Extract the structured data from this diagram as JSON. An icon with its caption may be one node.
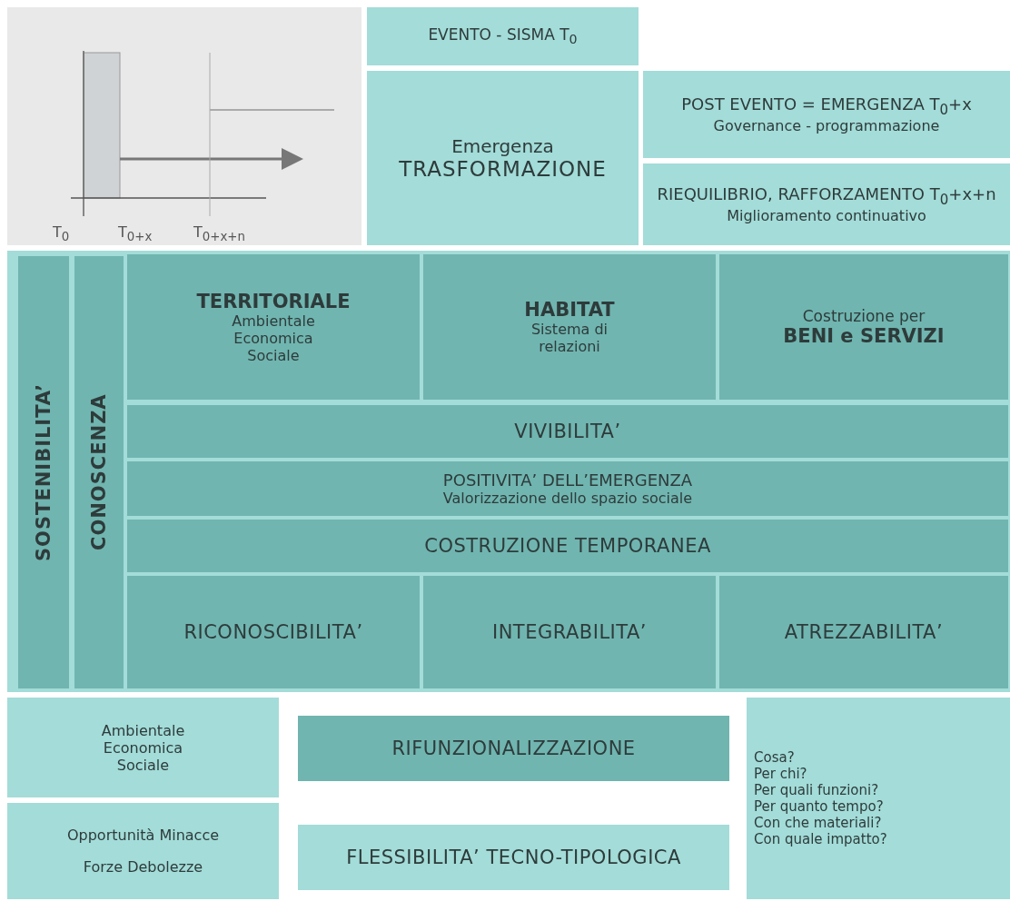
{
  "diagram": {
    "nodes": [
      {
        "text": [
          "T$_{0}$",
          "T$_{0+x}$",
          "T$_{0+x+n}$"
        ]
      },
      {
        "text": [
          "EVENTO - SISMA T$_{0}$"
        ]
      },
      {
        "text": [
          "Emergenza",
          "TRASFORMAZIONE"
        ]
      },
      {
        "text": [
          "POST EVENTO = EMERGENZA T$_{0}$+x",
          "Governance - programmazione"
        ]
      },
      {
        "text": [
          "RIEQUILIBRIO, RAFFORZAMENTO T$_{0}$+x+n",
          "Miglioramento continuativo"
        ]
      },
      {
        "text": [
          "SOSTENIBILITA’"
        ]
      },
      {
        "text": [
          "CONOSCENZA"
        ]
      },
      {
        "text": [
          "TERRITORIALE",
          "Ambientale Economica Sociale"
        ]
      },
      {
        "text": [
          "HABITAT",
          "Sistema di relazioni"
        ]
      },
      {
        "text": [
          "Costruzione per",
          "BENI e SERVIZI"
        ]
      },
      {
        "text": [
          "VIVIBILITA’"
        ]
      },
      {
        "text": [
          "POSITIVITA’ DELL’EMERGENZA",
          "Valorizzazione dello spazio sociale"
        ]
      },
      {
        "text": [
          "COSTRUZIONE TEMPORANEA"
        ]
      },
      {
        "text": [
          "RICONOSCIBILITA’"
        ]
      },
      {
        "text": [
          "INTEGRABILITA’"
        ]
      },
      {
        "text": [
          "ATREZZABILITA’"
        ]
      },
      {
        "text": [
          "Ambientale Economica Sociale"
        ]
      },
      {
        "text": [
          "Opportunità Minacce",
          "Forze Debolezze"
        ]
      },
      {
        "text": [
          "RIFUNZIONALIZZAZIONE"
        ]
      },
      {
        "text": [
          "FLESSIBILITA’ TECNO-TIPOLOGICA"
        ]
      },
      {
        "text": [
          "Cosa?",
          "Per chi?",
          "Per quali funzioni?",
          "Per quanto tempo?",
          "Con che materiali?",
          "Con quale impatto?"
        ]
      }
    ],
    "edges": []
  }
}
